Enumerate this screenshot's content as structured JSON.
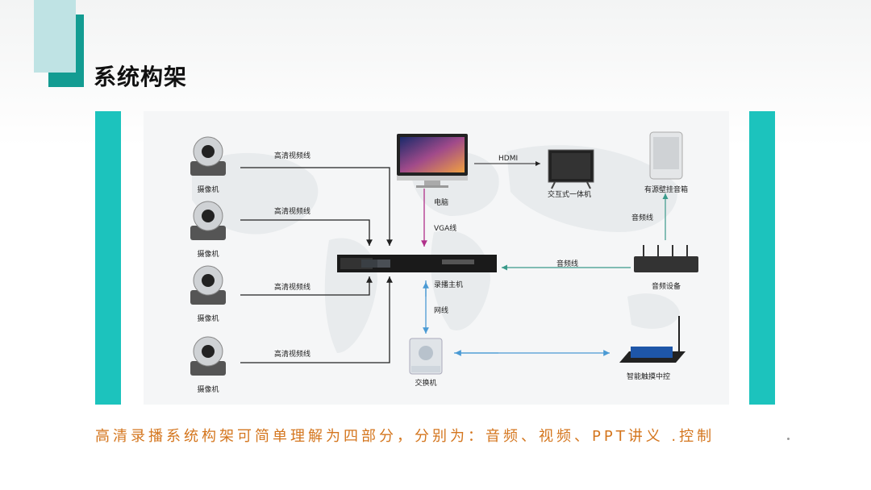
{
  "slide": {
    "title": "系统构架",
    "caption": "高清录播系统构架可简单理解为四部分，分别为：音频、视频、PPT讲义 .控制"
  },
  "colors": {
    "accent_teal": "#1cc3bd",
    "accent_dark": "#139c92",
    "caption": "#d4761e",
    "arrow_black": "#222222",
    "arrow_pink": "#b0308a",
    "arrow_blue": "#4a9ad4",
    "arrow_green": "#3a9a8a"
  },
  "diagram": {
    "cameras": [
      {
        "label": "摄像机",
        "link": "高清视频线"
      },
      {
        "label": "摄像机",
        "link": "高清视频线"
      },
      {
        "label": "摄像机",
        "link": "高清视频线"
      },
      {
        "label": "摄像机",
        "link": "高清视频线"
      }
    ],
    "computer": {
      "label": "电脑",
      "link": "VGA线"
    },
    "display": {
      "label": "交互式一体机",
      "link": "HDMI"
    },
    "speaker": {
      "label": "有源壁挂音箱",
      "link": "音频线"
    },
    "audio_device": {
      "label": "音频设备",
      "link": "音频线"
    },
    "recorder": {
      "label": "录播主机"
    },
    "switch": {
      "label": "交换机",
      "link": "网线"
    },
    "touch_panel": {
      "label": "智能触摸中控"
    }
  }
}
